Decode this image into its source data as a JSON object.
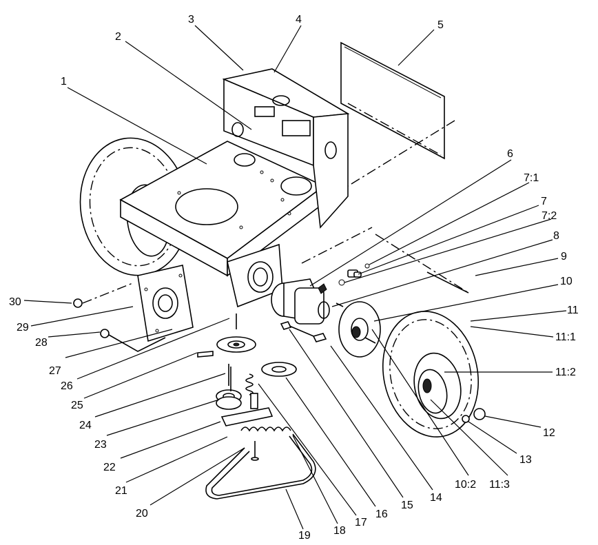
{
  "callouts": [
    {
      "id": "1",
      "label": "1"
    },
    {
      "id": "2",
      "label": "2"
    },
    {
      "id": "3",
      "label": "3"
    },
    {
      "id": "4",
      "label": "4"
    },
    {
      "id": "5",
      "label": "5"
    },
    {
      "id": "6",
      "label": "6"
    },
    {
      "id": "7_1",
      "label": "7:1"
    },
    {
      "id": "7",
      "label": "7"
    },
    {
      "id": "7_2",
      "label": "7:2"
    },
    {
      "id": "8",
      "label": "8"
    },
    {
      "id": "9",
      "label": "9"
    },
    {
      "id": "10",
      "label": "10"
    },
    {
      "id": "11",
      "label": "11"
    },
    {
      "id": "11_1",
      "label": "11:1"
    },
    {
      "id": "11_2",
      "label": "11:2"
    },
    {
      "id": "12",
      "label": "12"
    },
    {
      "id": "13",
      "label": "13"
    },
    {
      "id": "11_3",
      "label": "11:3"
    },
    {
      "id": "10_2",
      "label": "10:2"
    },
    {
      "id": "14",
      "label": "14"
    },
    {
      "id": "15",
      "label": "15"
    },
    {
      "id": "16",
      "label": "16"
    },
    {
      "id": "17",
      "label": "17"
    },
    {
      "id": "18",
      "label": "18"
    },
    {
      "id": "19",
      "label": "19"
    },
    {
      "id": "20",
      "label": "20"
    },
    {
      "id": "21",
      "label": "21"
    },
    {
      "id": "22",
      "label": "22"
    },
    {
      "id": "23",
      "label": "23"
    },
    {
      "id": "24",
      "label": "24"
    },
    {
      "id": "25",
      "label": "25"
    },
    {
      "id": "26",
      "label": "26"
    },
    {
      "id": "27",
      "label": "27"
    },
    {
      "id": "28",
      "label": "28"
    },
    {
      "id": "29",
      "label": "29"
    },
    {
      "id": "30",
      "label": "30"
    }
  ]
}
